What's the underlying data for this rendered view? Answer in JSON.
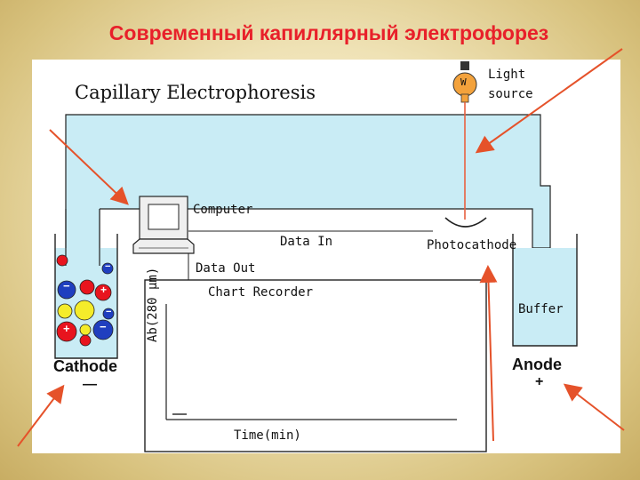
{
  "slide": {
    "title": "Современный капиллярный электрофорез"
  },
  "diagram": {
    "heading": "Capillary Electrophoresis",
    "labels": {
      "light_source_line1": "Light",
      "light_source_line2": "source",
      "computer": "Computer",
      "data_in": "Data In",
      "data_out": "Data Out",
      "photocathode": "Photocathode",
      "chart_recorder": "Chart Recorder",
      "buffer": "Buffer",
      "cathode": "Cathode",
      "cathode_sign": "—",
      "anode": "Anode",
      "anode_sign": "+",
      "y_axis": "Ab(280 µm)",
      "x_axis": "Time(min)",
      "bulb_mark": "W"
    },
    "particle_signs": {
      "positive": "+",
      "negative": "−"
    }
  },
  "colors": {
    "title": "#e8202a",
    "arrow": "#e5522a",
    "capillary_fill": "#c9ecf5",
    "ion_positive": "#e8141e",
    "ion_negative": "#1f3fbf",
    "ion_neutral": "#f4ec2a",
    "light_beam": "#e86040"
  },
  "icons": [
    "light-bulb-icon",
    "computer-icon",
    "photocathode-icon"
  ]
}
